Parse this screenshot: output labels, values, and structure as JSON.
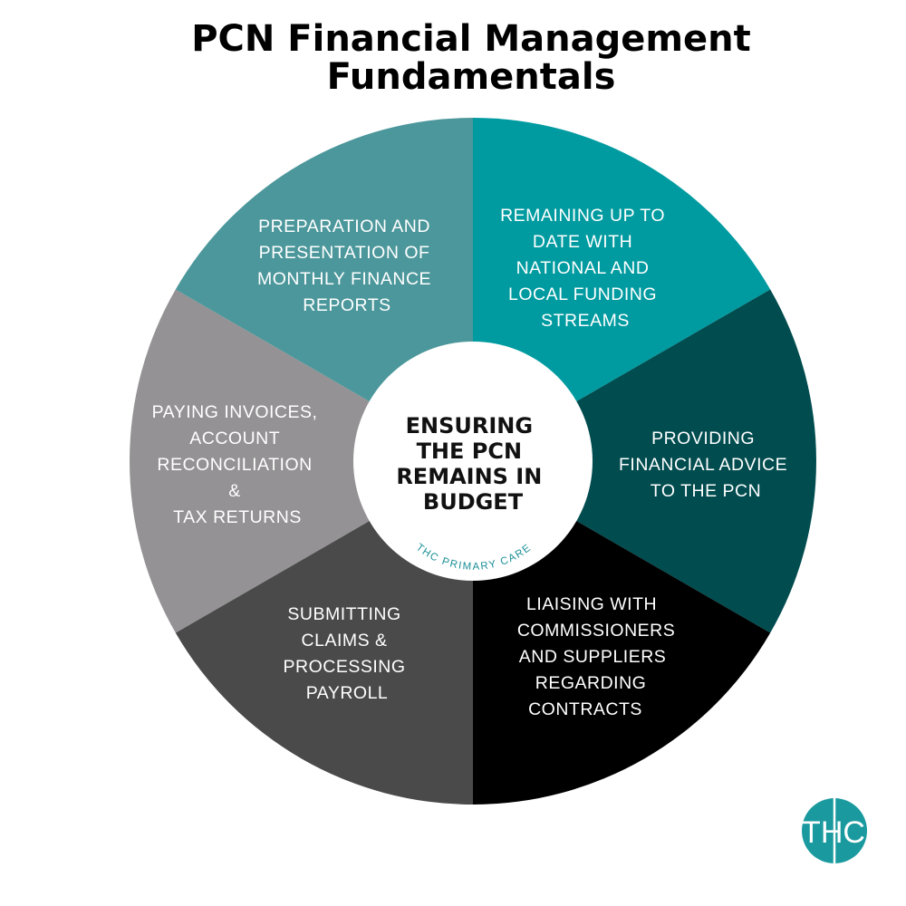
{
  "title": {
    "line1": "PCN Financial Management",
    "line2": "Fundamentals"
  },
  "center": {
    "lines": [
      "ENSURING",
      "THE PCN",
      "REMAINS IN",
      "BUDGET"
    ],
    "arc_label": "THC PRIMARY CARE"
  },
  "segments": [
    {
      "color": "#009ba0",
      "lines": [
        "REMAINING UP TO",
        "DATE WITH",
        "NATIONAL AND",
        "LOCAL FUNDING",
        "STREAMS"
      ]
    },
    {
      "color": "#004c4f",
      "lines": [
        "PROVIDING",
        "FINANCIAL ADVICE",
        "TO THE PCN"
      ]
    },
    {
      "color": "#000000",
      "lines": [
        "LIAISING WITH",
        "COMMISSIONERS",
        "AND SUPPLIERS",
        "REGARDING",
        "CONTRACTS"
      ]
    },
    {
      "color": "#4a4a4a",
      "lines": [
        "SUBMITTING",
        "CLAIMS &",
        "PROCESSING",
        "PAYROLL"
      ]
    },
    {
      "color": "#949294",
      "lines": [
        "PAYING INVOICES,",
        "ACCOUNT",
        "RECONCILIATION",
        "&",
        "TAX RETURNS"
      ]
    },
    {
      "color": "#4c979b",
      "lines": [
        "PREPARATION AND",
        "PRESENTATION OF",
        "MONTHLY FINANCE",
        "REPORTS"
      ]
    }
  ],
  "logo": {
    "text": "THC",
    "color": "#1a9a9f"
  }
}
